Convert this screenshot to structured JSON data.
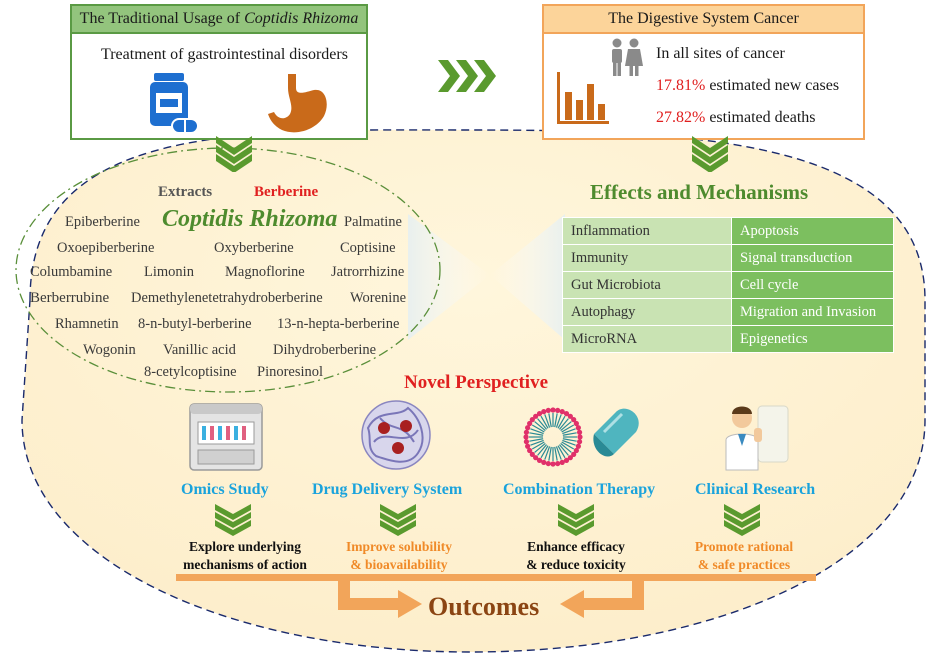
{
  "traditional": {
    "title_prefix": "The Traditional Usage of ",
    "title_italic": "Coptidis Rhizoma",
    "treatment": "Treatment of gastrointestinal disorders"
  },
  "cancer": {
    "title": "The Digestive System Cancer",
    "line1": "In all sites of cancer",
    "new_pct": "17.81%",
    "new_label": " estimated new cases",
    "death_pct": "27.82%",
    "death_label": " estimated deaths"
  },
  "compounds": {
    "extracts": "Extracts",
    "berberine": "Berberine",
    "center": "Coptidis Rhizoma",
    "epiberberine": "Epiberberine",
    "palmatine": "Palmatine",
    "oxoepiberberine": "Oxoepiberberine",
    "oxyberberine": "Oxyberberine",
    "coptisine": "Coptisine",
    "columbamine": "Columbamine",
    "limonin": "Limonin",
    "magnoflorine": "Magnoflorine",
    "jatrorrhizine": "Jatrorrhizine",
    "berberrubine": "Berberrubine",
    "demethylene": "Demethylenetetrahydroberberine",
    "worenine": "Worenine",
    "rhamnetin": "Rhamnetin",
    "butyl": "8-n-butyl-berberine",
    "hepta": "13-n-hepta-berberine",
    "wogonin": "Wogonin",
    "vanillic": "Vanillic acid",
    "dihydro": "Dihydroberberine",
    "cetyl": "8-cetylcoptisine",
    "pinoresinol": "Pinoresinol"
  },
  "mechanisms": {
    "title": "Effects and Mechanisms",
    "rows": [
      {
        "left": "Inflammation",
        "right": "Apoptosis"
      },
      {
        "left": "Immunity",
        "right": "Signal transduction"
      },
      {
        "left": "Gut Microbiota",
        "right": "Cell cycle"
      },
      {
        "left": "Autophagy",
        "right": "Migration and Invasion"
      },
      {
        "left": "MicroRNA",
        "right": "Epigenetics"
      }
    ]
  },
  "perspective": {
    "title": "Novel Perspective",
    "omics": "Omics Study",
    "drug": "Drug Delivery System",
    "combination": "Combination Therapy",
    "clinical": "Clinical Research",
    "omics_out1": "Explore underlying",
    "omics_out2": "mechanisms of action",
    "drug_out1": "Improve solubility",
    "drug_out2": "& bioavailability",
    "comb_out1": "Enhance efficacy",
    "comb_out2": "& reduce toxicity",
    "clin_out1": "Promote rational",
    "clin_out2": "& safe practices",
    "outcomes": "Outcomes"
  },
  "colors": {
    "green": "#4e8b2e",
    "orange": "#f2a55a",
    "blue": "#1aa3dc",
    "red": "#e02020",
    "brown": "#8b4513"
  }
}
